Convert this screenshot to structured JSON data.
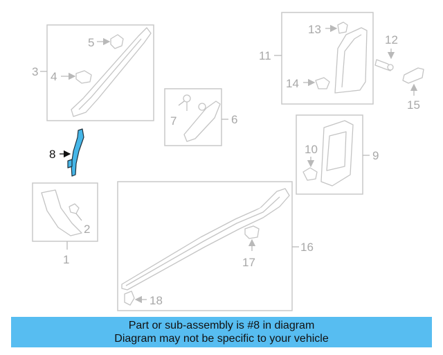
{
  "callouts": {
    "c1": "1",
    "c2": "2",
    "c3": "3",
    "c4": "4",
    "c5": "5",
    "c6": "6",
    "c7": "7",
    "c8": "8",
    "c9": "9",
    "c10": "10",
    "c11": "11",
    "c12": "12",
    "c13": "13",
    "c14": "14",
    "c15": "15",
    "c16": "16",
    "c17": "17",
    "c18": "18"
  },
  "highlight": {
    "part_number": "8",
    "color": "#45b6e8"
  },
  "banner": {
    "line1": "Part or sub-assembly is #8 in diagram",
    "line2": "Diagram may not be specific to your vehicle",
    "background": "#57bdf1"
  }
}
